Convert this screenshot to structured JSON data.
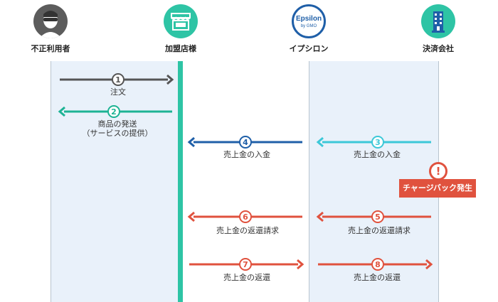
{
  "actors": {
    "fraudster": {
      "label": "不正利用者",
      "icon": "fraudster-avatar-icon"
    },
    "merchant": {
      "label": "加盟店様",
      "icon": "storefront-icon"
    },
    "epsilon": {
      "label": "イプシロン",
      "icon": "epsilon-logo",
      "logo_text": "Epsilon",
      "logo_sub": "by GMO"
    },
    "payment": {
      "label": "決済会社",
      "icon": "building-icon"
    }
  },
  "steps": [
    {
      "number": "1",
      "label": "注文",
      "color": "#555555"
    },
    {
      "number": "2",
      "label": "商品の発送",
      "label2": "（サービスの提供）",
      "color": "#1db394"
    },
    {
      "number": "3",
      "label": "売上金の入金",
      "color": "#3cc8d8"
    },
    {
      "number": "4",
      "label": "売上金の入金",
      "color": "#1f5fa8"
    },
    {
      "number": "5",
      "label": "売上金の返還請求",
      "color": "#e0523e"
    },
    {
      "number": "6",
      "label": "売上金の返還請求",
      "color": "#e0523e"
    },
    {
      "number": "7",
      "label": "売上金の返還",
      "color": "#e0523e"
    },
    {
      "number": "8",
      "label": "売上金の返還",
      "color": "#e0523e"
    }
  ],
  "alert": {
    "symbol": "!",
    "label": "チャージバック発生",
    "color": "#e0523e"
  },
  "colors": {
    "lane_bg": "#e9f1fa",
    "merchant_line": "#2ec4a5"
  }
}
